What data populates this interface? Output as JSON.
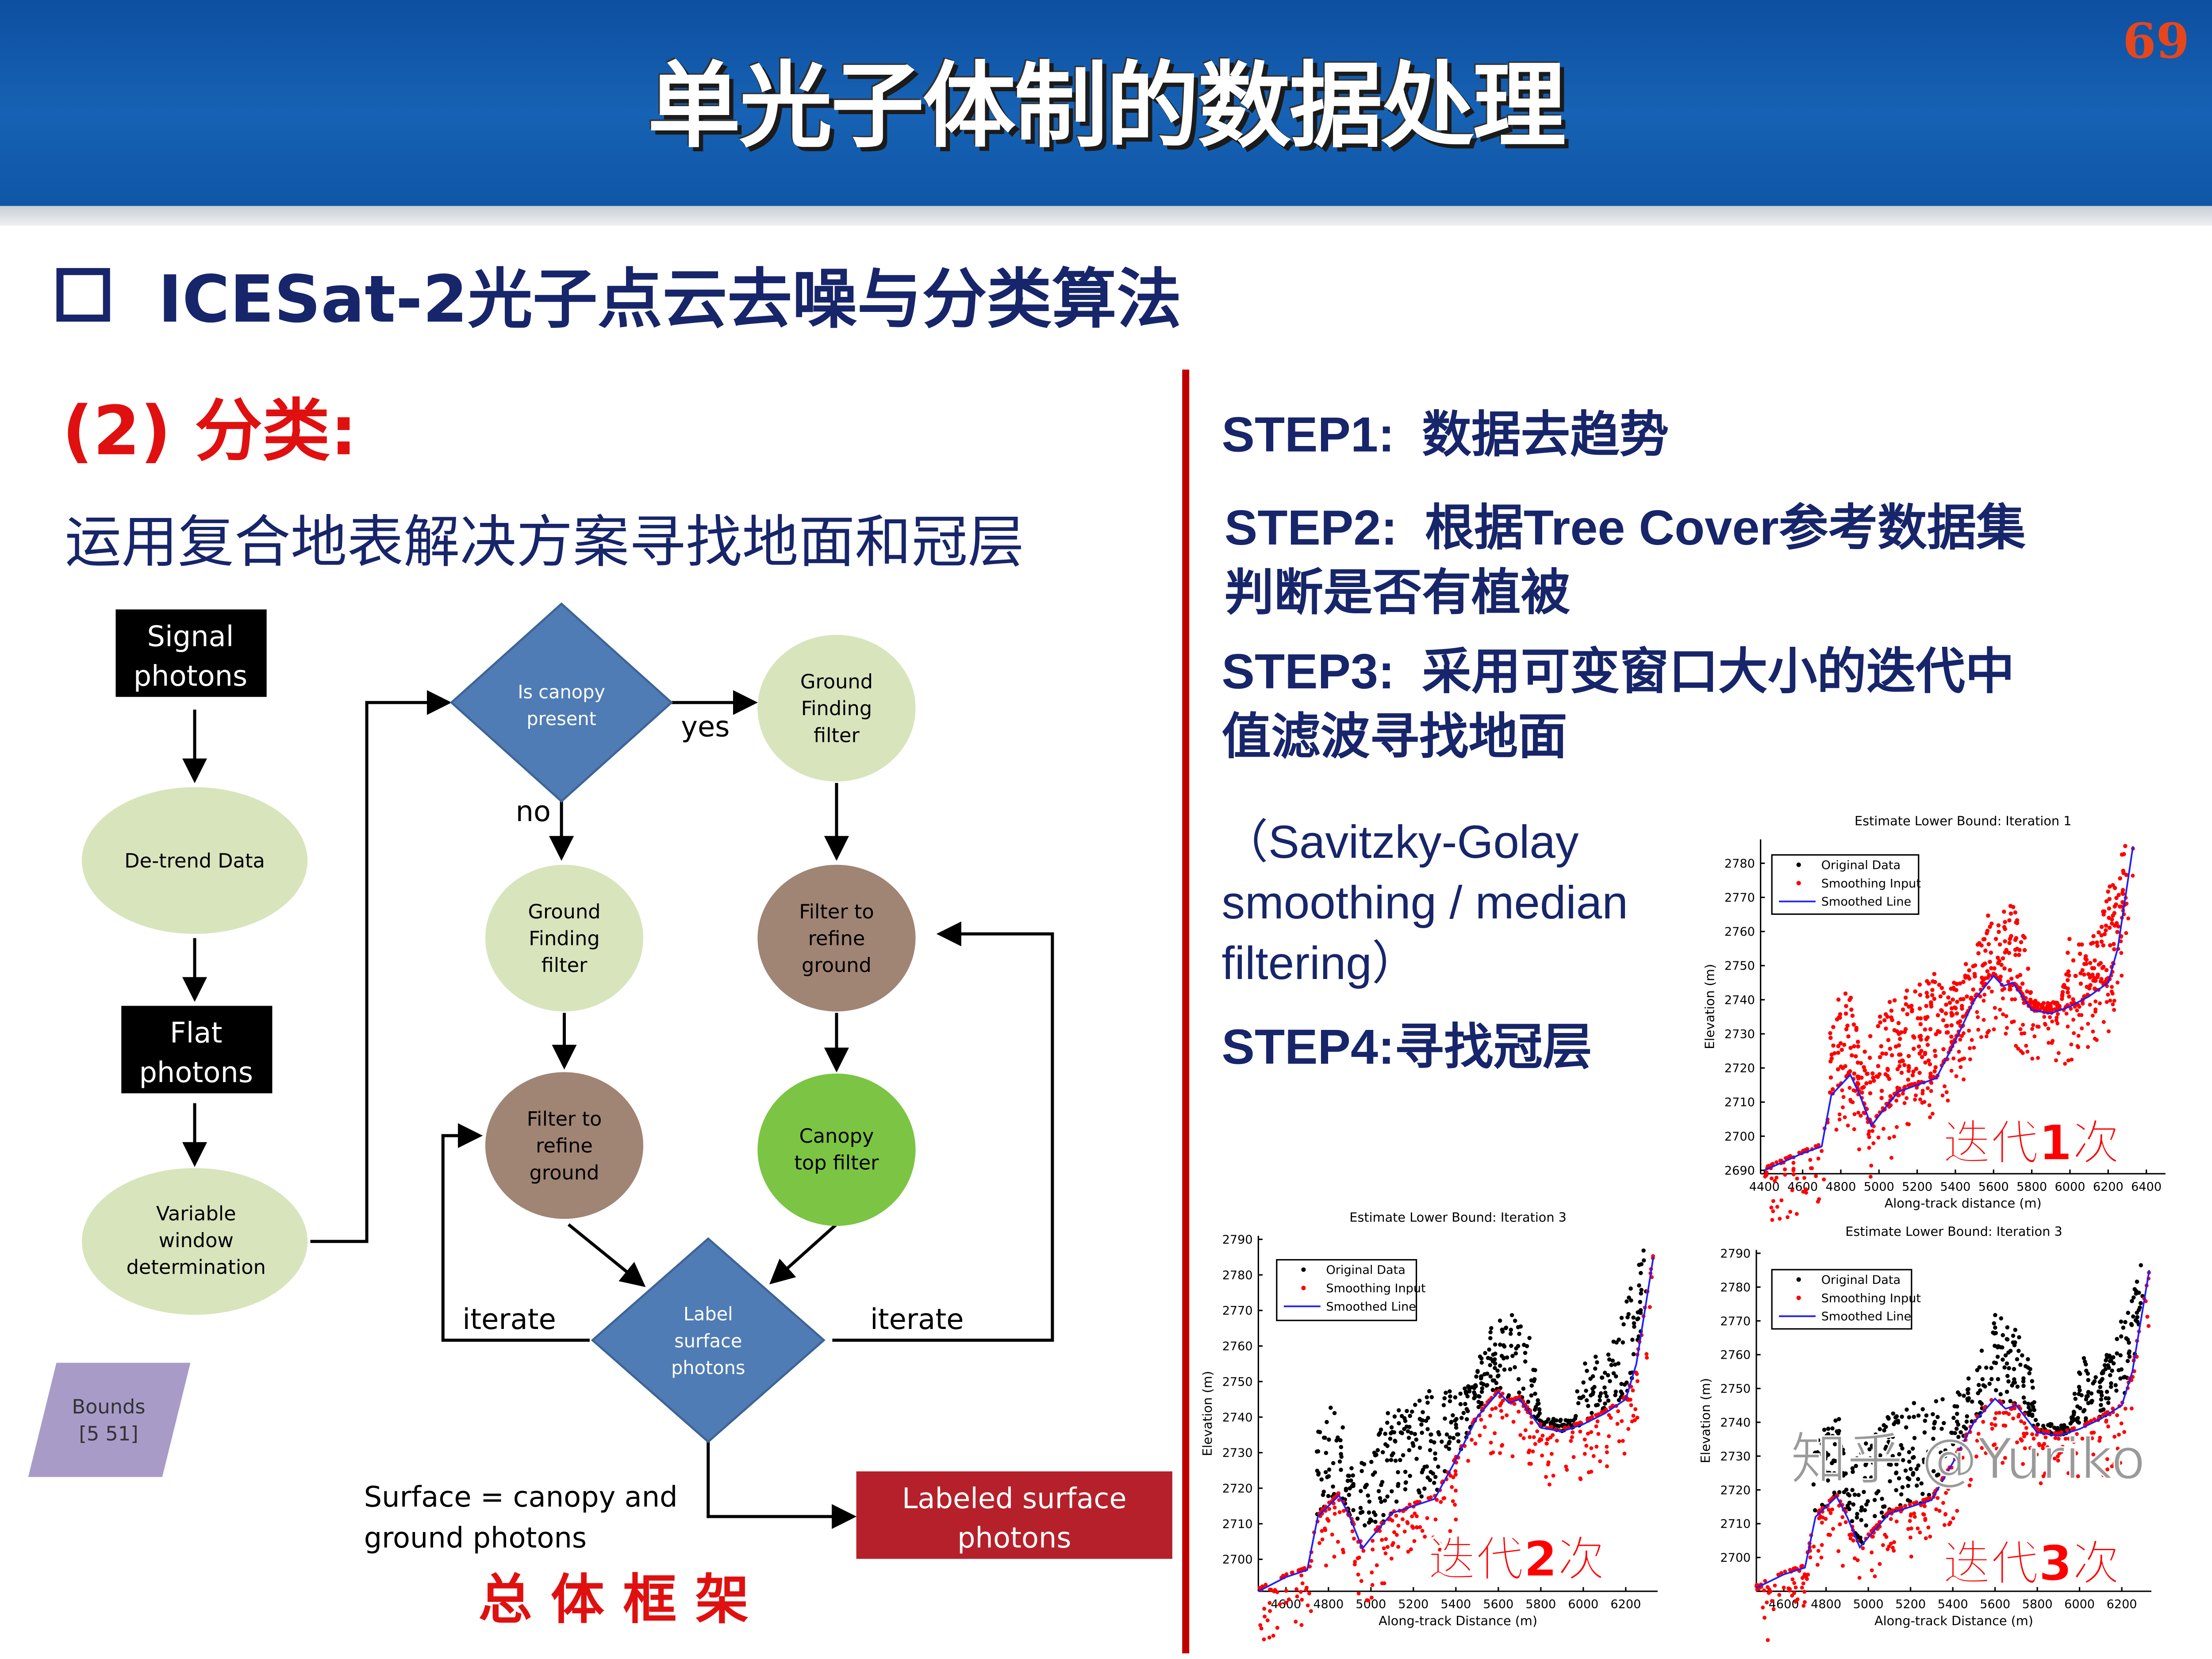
{
  "header": {
    "title": "单光子体制的数据处理",
    "page_number": "69"
  },
  "section": {
    "title": "ICESat-2光子点云去噪与分类算法",
    "checkbox_icon": "hollow-square"
  },
  "subsection": {
    "title": "(2) 分类:",
    "description": "运用复合地表解决方案寻找地面和冠层"
  },
  "steps": [
    {
      "label": "STEP1:",
      "text": "数据去趋势"
    },
    {
      "label": "STEP2:",
      "text": "根据Tree  Cover参考数据集",
      "text2": "判断是否有植被"
    },
    {
      "label": "STEP3:",
      "text": "采用可变窗口大小的迭代中",
      "text2": "值滤波寻找地面"
    },
    {
      "label": "STEP4:",
      "text": "寻找冠层"
    }
  ],
  "step3_note": {
    "line1": "（Savitzky-Golay",
    "line2": "smoothing / median",
    "line3": "filtering）"
  },
  "flowchart": {
    "signal_photons": [
      "Signal",
      "photons"
    ],
    "detrend": "De-trend Data",
    "flat_photons": [
      "Flat",
      "photons"
    ],
    "variable_window": [
      "Variable",
      "window",
      "determination"
    ],
    "bounds": [
      "Bounds",
      "[5 51]"
    ],
    "is_canopy": [
      "Is canopy",
      "present"
    ],
    "yes": "yes",
    "no": "no",
    "ground_finding_right": [
      "Ground",
      "Finding",
      "filter"
    ],
    "ground_finding_left": [
      "Ground",
      "Finding",
      "filter"
    ],
    "refine_right": [
      "Filter to",
      "refine",
      "ground"
    ],
    "refine_left": [
      "Filter to",
      "refine",
      "ground"
    ],
    "canopy_top": [
      "Canopy",
      "top filter"
    ],
    "label_surface": [
      "Label",
      "surface",
      "photons"
    ],
    "iterate_left": "iterate",
    "iterate_right": "iterate",
    "surface_note": [
      "Surface = canopy and",
      "ground photons"
    ],
    "labeled_output": [
      "Labeled surface",
      "photons"
    ],
    "caption": "总 体 框 架",
    "colors": {
      "ellipse_green": "#d8e4bc",
      "diamond_blue": "#4f7cb5",
      "brown": "#a08474",
      "bright_green": "#7cc443",
      "output_red": "#b5202a",
      "bounds_purple": "#a99bc8"
    }
  },
  "chart_data": [
    {
      "type": "scatter",
      "title": "Estimate Lower Bound: Iteration 1",
      "xlabel": "Along-track distance (m)",
      "ylabel": "Elevation (m)",
      "xticks": [
        4400,
        4600,
        4800,
        5000,
        5200,
        5400,
        5600,
        5800,
        6000,
        6200,
        6400
      ],
      "yticks": [
        2690,
        2700,
        2710,
        2720,
        2730,
        2740,
        2750,
        2760,
        2770,
        2780
      ],
      "xlim": [
        4380,
        6500
      ],
      "ylim": [
        2689,
        2787
      ],
      "legend": [
        "Original Data",
        "Smoothing Input",
        "Smoothed Line"
      ],
      "legend_position": "top-left",
      "annotation": "迭代1次",
      "canopy_color": "#ff0000",
      "series_colors": {
        "original": "#000000",
        "smoothing_input": "#ff0000",
        "smoothed_line": "#2020ff"
      },
      "smoothed_line": {
        "x": [
          4400,
          4600,
          4700,
          4750,
          4850,
          4900,
          4960,
          5000,
          5100,
          5300,
          5400,
          5500,
          5600,
          5650,
          5700,
          5800,
          5900,
          6000,
          6100,
          6200,
          6250,
          6330
        ],
        "y": [
          2690,
          2695,
          2697,
          2712,
          2718,
          2712,
          2703,
          2706,
          2713,
          2717,
          2728,
          2740,
          2747,
          2744,
          2745,
          2737,
          2736,
          2738,
          2741,
          2745,
          2755,
          2785
        ]
      },
      "canopy_top": {
        "x": [
          4740,
          4800,
          4860,
          4900,
          5050,
          5150,
          5300,
          5400,
          5500,
          5600,
          5700,
          5750,
          5800,
          5950,
          6000,
          6100,
          6200,
          6300
        ],
        "y": [
          2735,
          2743,
          2742,
          2725,
          2740,
          2744,
          2748,
          2747,
          2755,
          2772,
          2768,
          2765,
          2740,
          2739,
          2760,
          2755,
          2772,
          2788
        ]
      }
    },
    {
      "type": "scatter",
      "title": "Estimate Lower Bound: Iteration 3",
      "xlabel": "Along-track Distance (m)",
      "ylabel": "Elevation (m)",
      "xticks": [
        4600,
        4800,
        5000,
        5200,
        5400,
        5600,
        5800,
        6000,
        6200
      ],
      "yticks": [
        2700,
        2710,
        2720,
        2730,
        2740,
        2750,
        2760,
        2770,
        2780,
        2790
      ],
      "xlim": [
        4470,
        6350
      ],
      "ylim": [
        2691,
        2791
      ],
      "legend": [
        "Original Data",
        "Smoothing Input",
        "Smoothed Line"
      ],
      "legend_position": "top-left",
      "annotation": "迭代2次",
      "canopy_color": "#000000",
      "series_colors": {
        "original": "#000000",
        "smoothing_input": "#ff0000",
        "smoothed_line": "#2020ff"
      },
      "smoothed_line": {
        "x": [
          4470,
          4600,
          4700,
          4750,
          4850,
          4900,
          4960,
          5000,
          5100,
          5300,
          5400,
          5500,
          5600,
          5650,
          5700,
          5800,
          5900,
          6000,
          6100,
          6200,
          6250,
          6330
        ],
        "y": [
          2691,
          2695,
          2697,
          2712,
          2718,
          2712,
          2703,
          2706,
          2713,
          2717,
          2728,
          2740,
          2747,
          2744,
          2745,
          2737,
          2736,
          2738,
          2741,
          2745,
          2755,
          2785
        ]
      },
      "canopy_top": {
        "x": [
          4740,
          4800,
          4860,
          4900,
          5050,
          5150,
          5300,
          5400,
          5500,
          5600,
          5700,
          5750,
          5800,
          5950,
          6000,
          6100,
          6200,
          6300
        ],
        "y": [
          2735,
          2743,
          2742,
          2725,
          2740,
          2744,
          2748,
          2747,
          2755,
          2772,
          2768,
          2765,
          2740,
          2739,
          2760,
          2755,
          2772,
          2790
        ]
      }
    },
    {
      "type": "scatter",
      "title": "Estimate Lower Bound: Iteration 3",
      "xlabel": "Along-track Distance (m)",
      "ylabel": "Elevation (m)",
      "xticks": [
        4600,
        4800,
        5000,
        5200,
        5400,
        5600,
        5800,
        6000,
        6200
      ],
      "yticks": [
        2700,
        2710,
        2720,
        2730,
        2740,
        2750,
        2760,
        2770,
        2780,
        2790
      ],
      "xlim": [
        4470,
        6340
      ],
      "ylim": [
        2690,
        2791
      ],
      "legend": [
        "Original Data",
        "Smoothing Input",
        "Smoothed Line"
      ],
      "legend_position": "top-left",
      "annotation": "迭代3次",
      "watermark": "知乎 @Yuriko",
      "canopy_color": "#000000",
      "series_colors": {
        "original": "#000000",
        "smoothing_input": "#ff0000",
        "smoothed_line": "#2020ff"
      },
      "smoothed_line": {
        "x": [
          4470,
          4600,
          4700,
          4750,
          4850,
          4900,
          4960,
          5000,
          5100,
          5300,
          5400,
          5500,
          5600,
          5650,
          5700,
          5800,
          5900,
          6000,
          6100,
          6200,
          6250,
          6330
        ],
        "y": [
          2691,
          2695,
          2697,
          2712,
          2718,
          2712,
          2703,
          2706,
          2713,
          2717,
          2728,
          2740,
          2747,
          2744,
          2745,
          2737,
          2736,
          2738,
          2741,
          2745,
          2755,
          2785
        ]
      },
      "canopy_top": {
        "x": [
          4740,
          4800,
          4860,
          4900,
          5050,
          5150,
          5300,
          5400,
          5500,
          5600,
          5700,
          5750,
          5800,
          5950,
          6000,
          6100,
          6200,
          6300
        ],
        "y": [
          2735,
          2743,
          2742,
          2725,
          2740,
          2744,
          2748,
          2747,
          2755,
          2772,
          2768,
          2765,
          2740,
          2739,
          2760,
          2755,
          2772,
          2790
        ]
      }
    }
  ]
}
